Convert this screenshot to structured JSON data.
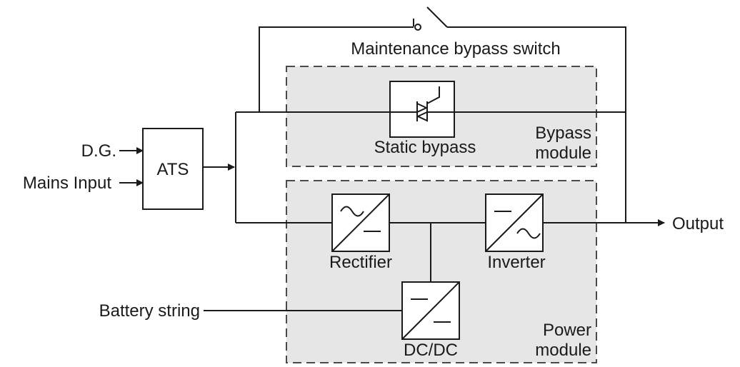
{
  "colors": {
    "module_fill": "#e6e6e6",
    "module_border": "#4a4a4a",
    "line": "#1a1a1a",
    "block_fill": "#ffffff"
  },
  "inputs": {
    "dg": "D.G.",
    "mains": "Mains Input",
    "battery": "Battery string"
  },
  "ats": {
    "label": "ATS"
  },
  "maintenance_switch": {
    "label": "Maintenance bypass switch"
  },
  "bypass_module": {
    "label_line1": "Bypass",
    "label_line2": "module",
    "static_bypass": "Static bypass"
  },
  "power_module": {
    "label_line1": "Power",
    "label_line2": "module",
    "rectifier": "Rectifier",
    "inverter": "Inverter",
    "dcdc": "DC/DC"
  },
  "output": {
    "label": "Output"
  }
}
